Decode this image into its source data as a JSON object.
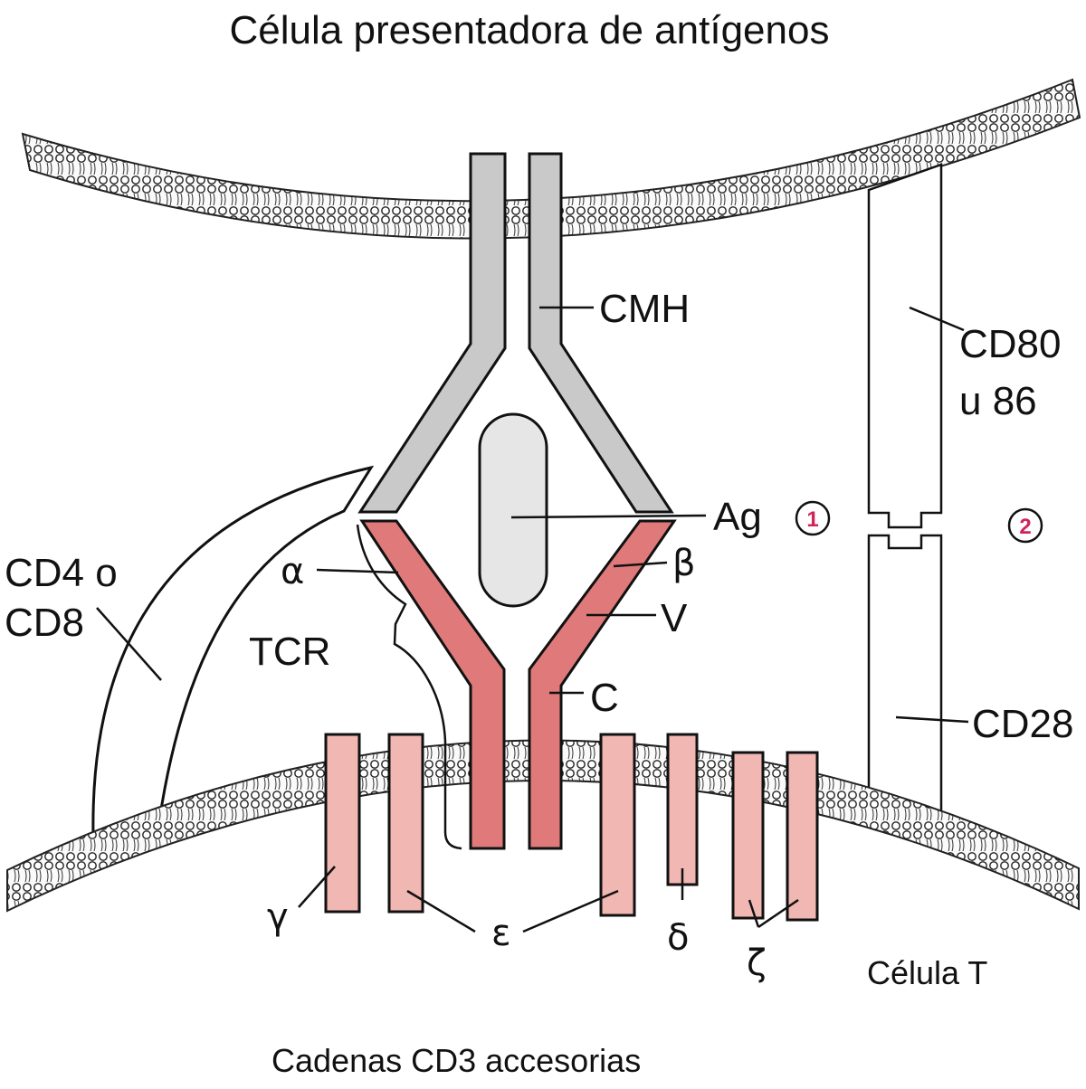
{
  "title": "Célula presentadora de antígenos",
  "caption": "Cadenas CD3 accesorias",
  "cell_label": "Célula T",
  "labels": {
    "cmh": "CMH",
    "cd80_line1": "CD80",
    "cd80_line2": "u 86",
    "ag": "Ag",
    "alpha": "α",
    "beta": "β",
    "v": "V",
    "c": "C",
    "tcr": "TCR",
    "cd4_line1": "CD4 o",
    "cd4_line2": "CD8",
    "cd28": "CD28",
    "gamma": "γ",
    "epsilon": "ε",
    "delta": "δ",
    "zeta": "ζ"
  },
  "signals": {
    "one": "1",
    "two": "2"
  },
  "colors": {
    "mhc": "#c9c9c9",
    "antigen": "#e6e6e6",
    "tcr": "#e07a7a",
    "cd3": "#f0b7b3",
    "signal": "#d0245a",
    "membrane": "#f4f4f4"
  }
}
